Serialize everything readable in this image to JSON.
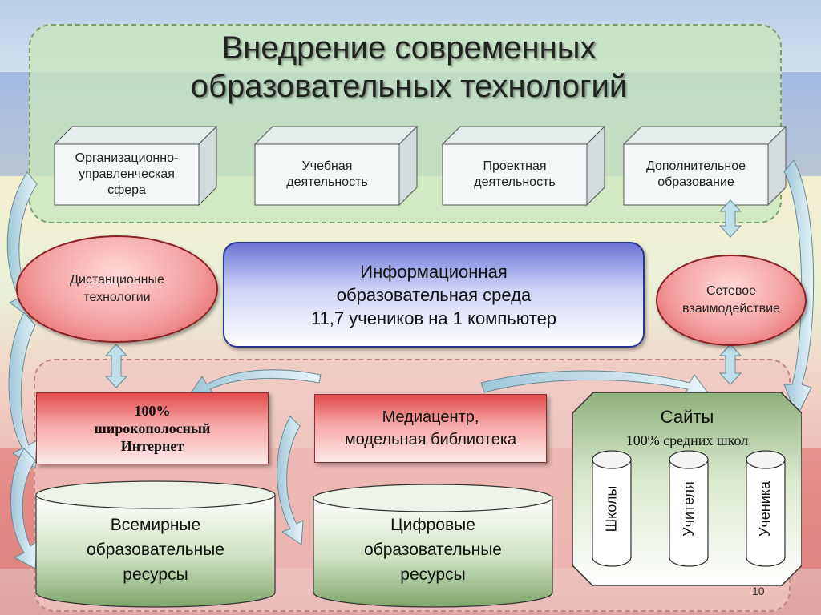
{
  "title": {
    "line1": "Внедрение современных",
    "line2": "образовательных технологий"
  },
  "top_boxes": [
    {
      "line1": "Организационно-",
      "line2": "управленческая",
      "line3": "сфера"
    },
    {
      "line1": "Учебная",
      "line2": "деятельность"
    },
    {
      "line1": "Проектная",
      "line2": "деятельность"
    },
    {
      "line1": "Дополнительное",
      "line2": "образование"
    }
  ],
  "distance": {
    "line1": "Дистанционные",
    "line2": "технологии"
  },
  "info_env": {
    "line1": "Информационная",
    "line2": "образовательная среда",
    "line3": "11,7 учеников на 1 компьютер"
  },
  "network": {
    "line1": "Сетевое",
    "line2": "взаимодействие"
  },
  "internet": {
    "line1": "100%",
    "line2": "широкополосный",
    "line3": "Интернет"
  },
  "media": {
    "line1": "Медиацентр,",
    "line2": "модельная библиотека"
  },
  "sites": {
    "title": "Сайты",
    "subtitle": "100% средних школ",
    "cylinders": [
      "Школы",
      "Учителя",
      "Ученика"
    ]
  },
  "world_resources": {
    "line1": "Всемирные",
    "line2": "образовательные",
    "line3": "ресурсы"
  },
  "digital_resources": {
    "line1": "Цифровые",
    "line2": "образовательные",
    "line3": "ресурсы"
  },
  "page_number": "10",
  "colors": {
    "green_panel": "#c8e6be",
    "red_box": "#e24a4a",
    "blue_box": "#2a3590",
    "green_db": "#8fb07a"
  }
}
